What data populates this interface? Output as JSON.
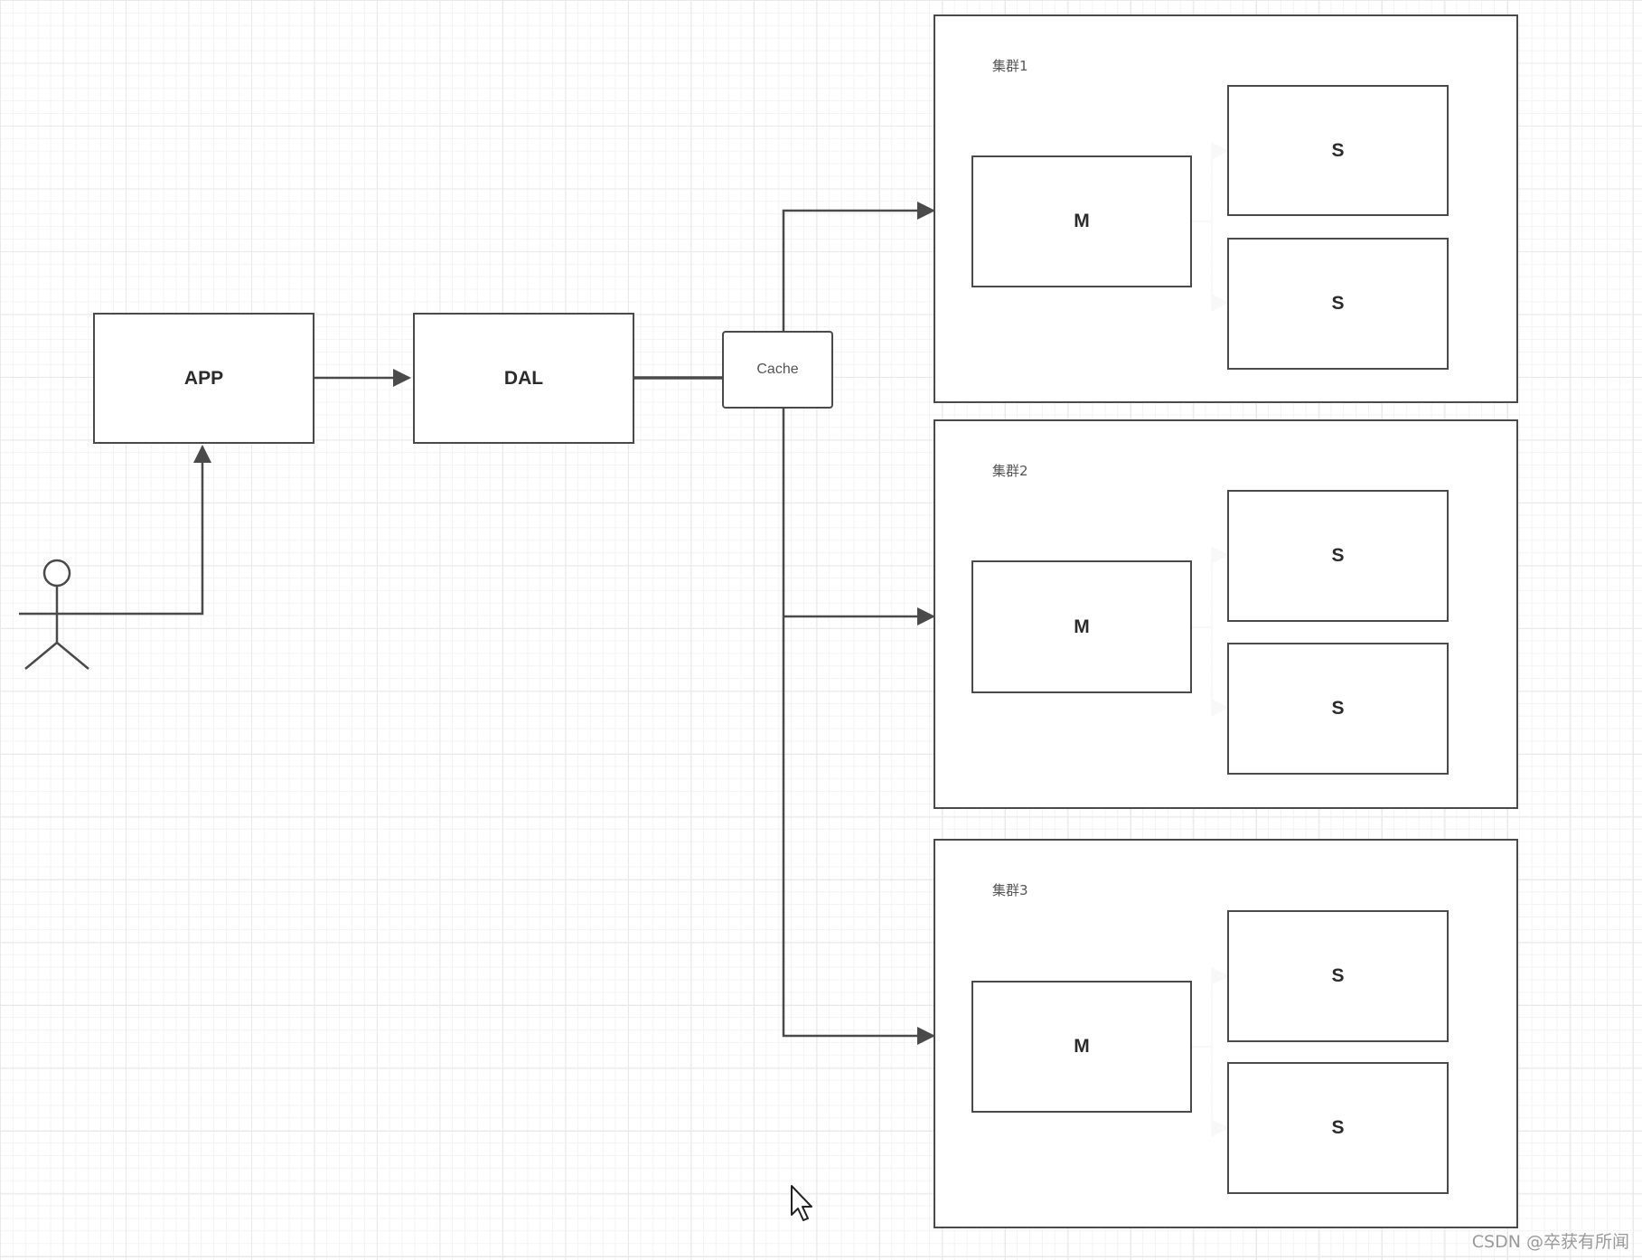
{
  "nodes": {
    "app": "APP",
    "dal": "DAL",
    "cache": "Cache"
  },
  "clusters": [
    {
      "label": "集群1",
      "master": "M",
      "slaves": [
        "S",
        "S"
      ]
    },
    {
      "label": "集群2",
      "master": "M",
      "slaves": [
        "S",
        "S"
      ]
    },
    {
      "label": "集群3",
      "master": "M",
      "slaves": [
        "S",
        "S"
      ]
    }
  ],
  "watermark": "CSDN @卒获有所闻",
  "colors": {
    "line": "#4a4a4a",
    "grid": "#e9e9e9"
  },
  "icons": {
    "actor": "stick-figure-icon",
    "cursor": "mouse-cursor-icon"
  }
}
